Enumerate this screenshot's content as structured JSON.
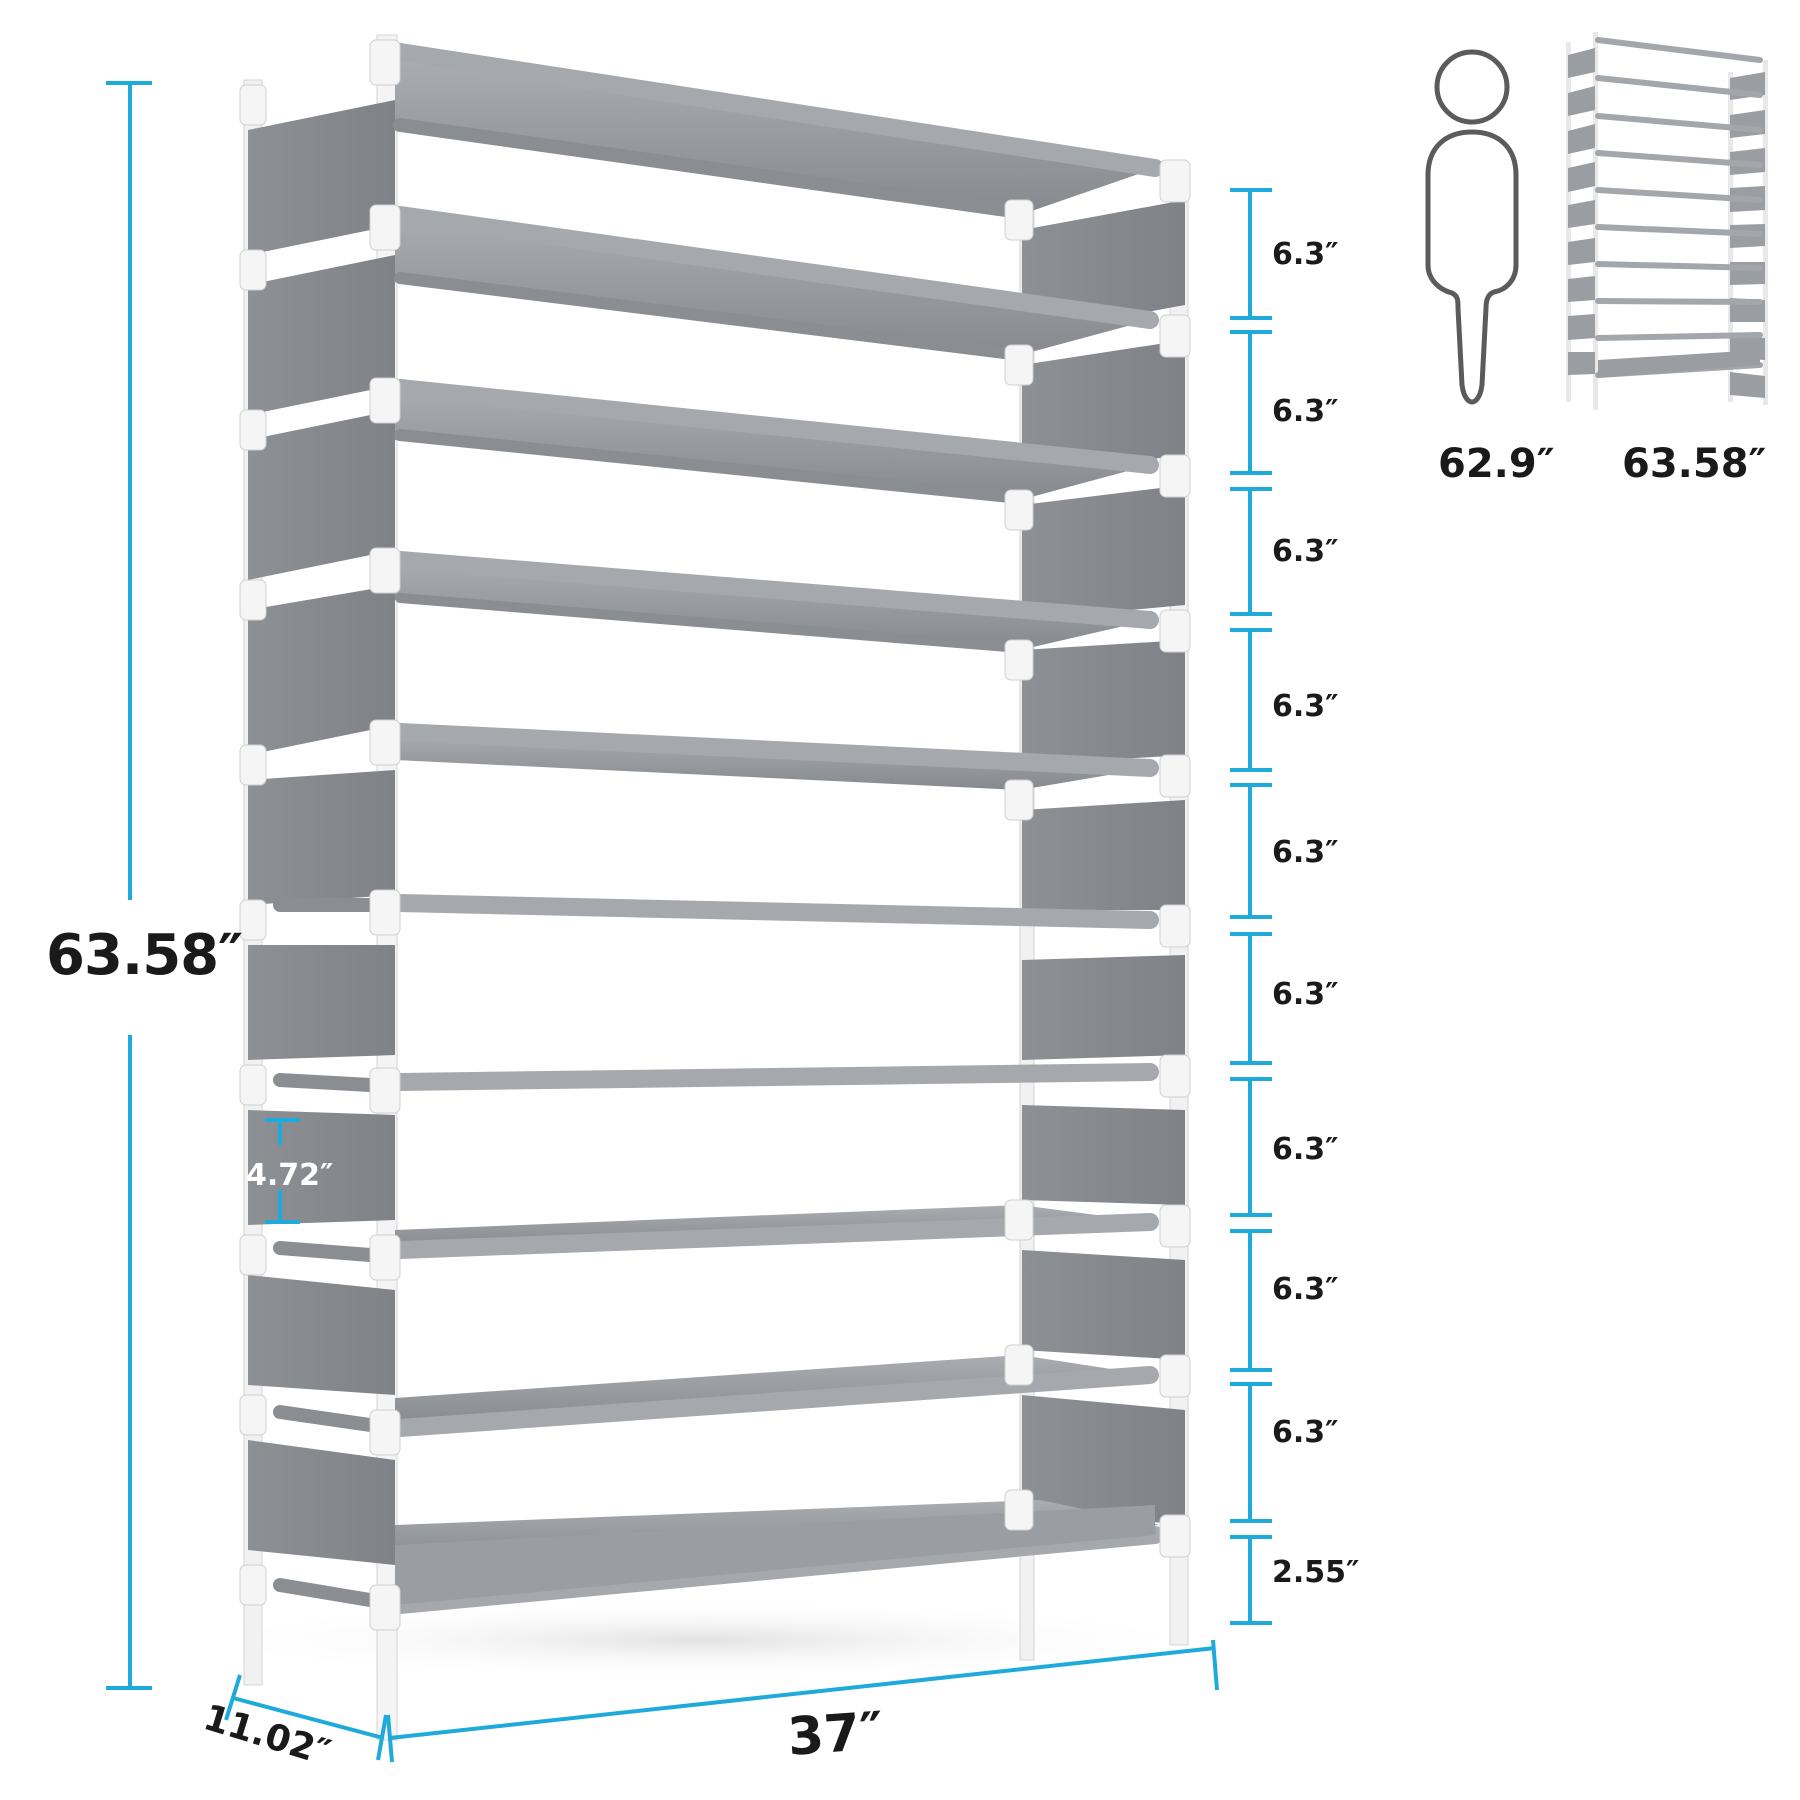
{
  "product": "10-tier fabric shoe rack",
  "colors": {
    "dimension_line": "#1eaadb",
    "fabric": "#8a8d91",
    "fabric_light": "#a3a6aa",
    "frame": "#eeeeee",
    "text": "#1a1a1a",
    "person_outline": "#5b5b5b"
  },
  "dimensions": {
    "total_height": "63.58″",
    "width": "37″",
    "depth": "11.02″",
    "side_panel_height": "4.72″",
    "tier_gaps": [
      "6.3″",
      "6.3″",
      "6.3″",
      "6.3″",
      "6.3″",
      "6.3″",
      "6.3″",
      "6.3″",
      "6.3″"
    ],
    "bottom_clearance": "2.55″"
  },
  "comparison": {
    "person_height": "62.9″",
    "rack_height": "63.58″",
    "person_icon": "person-silhouette-icon",
    "rack_icon": "shoe-rack-thumbnail-icon"
  },
  "tier_count": 10
}
